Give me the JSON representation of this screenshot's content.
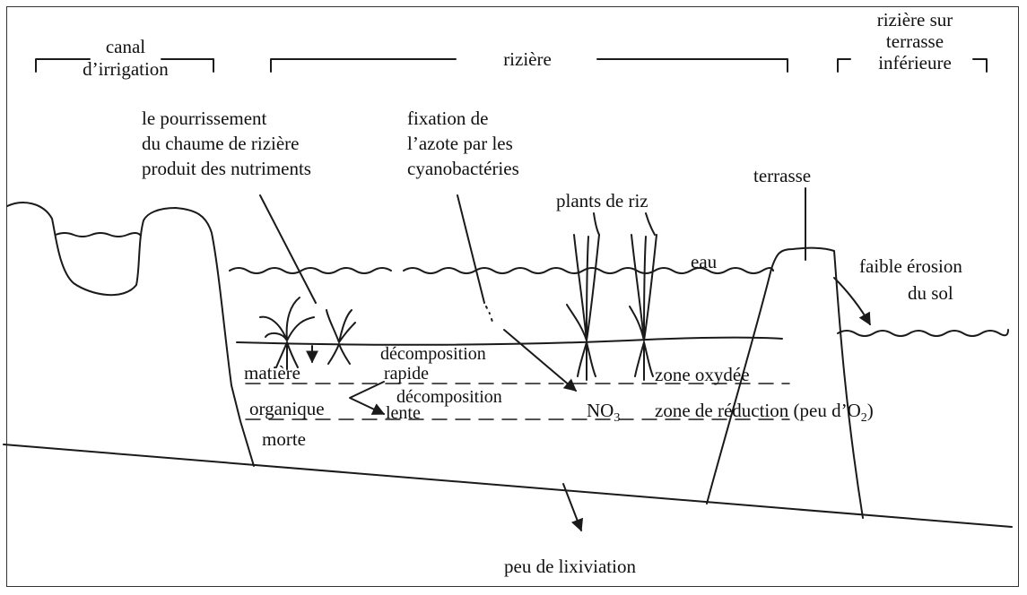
{
  "labels": {
    "canal_irrigation": [
      "canal",
      "d’irrigation"
    ],
    "riziere": "rizière",
    "riziere_terrasse": [
      "rizière sur",
      "terrasse",
      "inférieure"
    ],
    "pourrissement": [
      "le pourrissement",
      "du chaume de rizière",
      "produit des nutriments"
    ],
    "fixation": [
      "fixation de",
      "l’azote par les",
      "cyanobactéries"
    ],
    "plants_riz": "plants de riz",
    "terrasse": "terrasse",
    "eau": "eau",
    "erosion": [
      "faible érosion",
      "du sol"
    ],
    "matiere": "matière",
    "organique": "organique",
    "morte": "morte",
    "decomposition_rapide": [
      "décomposition",
      "rapide"
    ],
    "decomposition_lente": [
      "décomposition",
      "lente"
    ],
    "no3_main": "NO",
    "no3_sub": "3",
    "zone_oxydee": "zone oxydée",
    "zone_reduction_main": "zone de réduction (peu d’O",
    "zone_reduction_sub": "2",
    "zone_reduction_end": ")",
    "lixiviation": "peu de lixiviation"
  },
  "colors": {
    "stroke": "#1a1a1a",
    "frame": "#333333"
  }
}
